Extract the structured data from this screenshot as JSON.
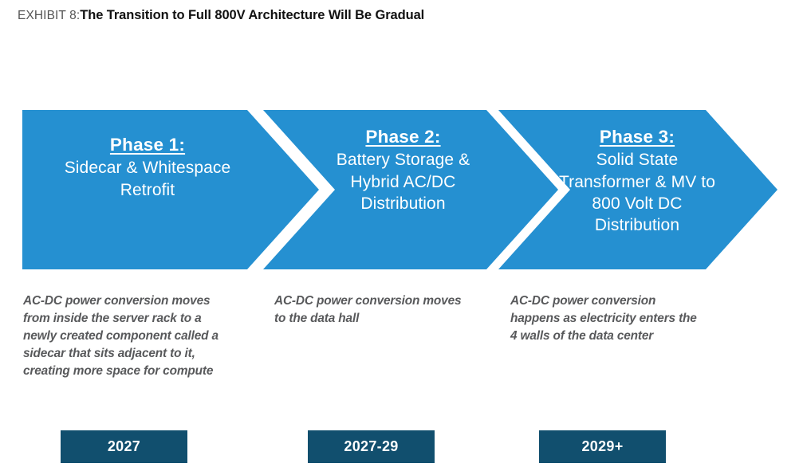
{
  "header": {
    "exhibit_label": "EXHIBIT 8:",
    "title": "The Transition to Full 800V Architecture Will Be Gradual"
  },
  "colors": {
    "arrow_blue": "#2590d1",
    "badge_navy": "#114f6e",
    "caption_gray": "#58595b",
    "title_black": "#111111",
    "exhibit_gray": "#555555",
    "background": "#ffffff"
  },
  "phases": [
    {
      "heading": "Phase 1:",
      "body": "Sidecar & Whitespace Retrofit",
      "caption": "AC-DC power conversion moves from inside the server rack to a newly created component called a sidecar that sits adjacent to it, creating more space for compute",
      "year": "2027"
    },
    {
      "heading": "Phase 2:",
      "body": "Battery Storage & Hybrid AC/DC Distribution",
      "caption": "AC-DC power conversion moves to the data hall",
      "year": "2027-29"
    },
    {
      "heading": "Phase 3:",
      "body": "Solid State Transformer & MV to 800 Volt DC Distribution",
      "caption": "AC-DC power conversion happens as electricity enters the 4 walls of the data center",
      "year": "2029+"
    }
  ]
}
